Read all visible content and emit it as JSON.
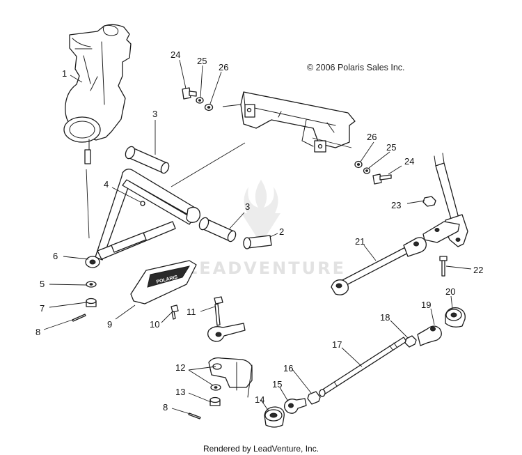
{
  "copyright": "© 2006 Polaris Sales Inc.",
  "footer": "Rendered by LeadVenture, Inc.",
  "watermark": "LEADVENTURE",
  "guard_text": "POLARIS",
  "callouts": [
    {
      "id": "c1",
      "label": "1"
    },
    {
      "id": "c2",
      "label": "2"
    },
    {
      "id": "c3a",
      "label": "3"
    },
    {
      "id": "c3b",
      "label": "3"
    },
    {
      "id": "c4",
      "label": "4"
    },
    {
      "id": "c5",
      "label": "5"
    },
    {
      "id": "c6",
      "label": "6"
    },
    {
      "id": "c7",
      "label": "7"
    },
    {
      "id": "c8a",
      "label": "8"
    },
    {
      "id": "c8b",
      "label": "8"
    },
    {
      "id": "c9",
      "label": "9"
    },
    {
      "id": "c10",
      "label": "10"
    },
    {
      "id": "c11",
      "label": "11"
    },
    {
      "id": "c12",
      "label": "12"
    },
    {
      "id": "c13",
      "label": "13"
    },
    {
      "id": "c14",
      "label": "14"
    },
    {
      "id": "c15",
      "label": "15"
    },
    {
      "id": "c16",
      "label": "16"
    },
    {
      "id": "c17",
      "label": "17"
    },
    {
      "id": "c18",
      "label": "18"
    },
    {
      "id": "c19",
      "label": "19"
    },
    {
      "id": "c20",
      "label": "20"
    },
    {
      "id": "c21",
      "label": "21"
    },
    {
      "id": "c22",
      "label": "22"
    },
    {
      "id": "c23",
      "label": "23"
    },
    {
      "id": "c24a",
      "label": "24"
    },
    {
      "id": "c24b",
      "label": "24"
    },
    {
      "id": "c25a",
      "label": "25"
    },
    {
      "id": "c25b",
      "label": "25"
    },
    {
      "id": "c26a",
      "label": "26"
    },
    {
      "id": "c26b",
      "label": "26"
    }
  ]
}
